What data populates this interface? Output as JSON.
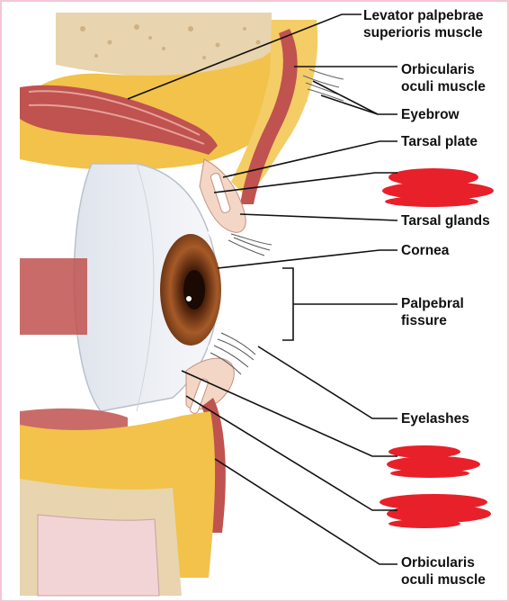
{
  "labels": {
    "levator": {
      "line1": "Levator palpebrae",
      "line2": "superioris muscle"
    },
    "orbicularis_upper": {
      "line1": "Orbicularis",
      "line2": "oculi muscle"
    },
    "eyebrow": "Eyebrow",
    "tarsal_plate": "Tarsal plate",
    "tarsal_glands": "Tarsal glands",
    "cornea": "Cornea",
    "palpebral_fissure": {
      "line1": "Palpebral",
      "line2": "fissure"
    },
    "eyelashes": "Eyelashes",
    "orbicularis_lower": {
      "line1": "Orbicularis",
      "line2": "oculi muscle"
    }
  },
  "colors": {
    "muscle": "#c0524f",
    "fat": "#f2c24a",
    "bone": "#e8d4ae",
    "sclera": "#eef1f6",
    "iris": "#8a4a22",
    "redaction": "#e8202a",
    "leader": "#111111"
  }
}
